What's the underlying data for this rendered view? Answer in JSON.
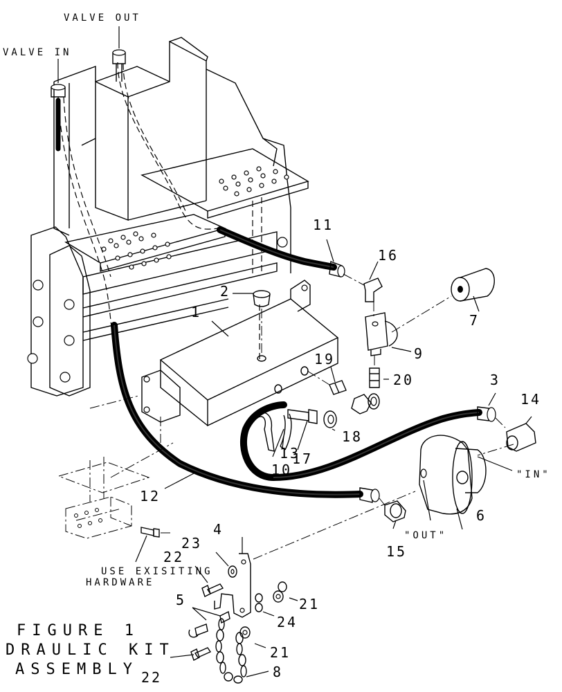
{
  "labels": {
    "valve_out": "VALVE OUT",
    "valve_in": "VALVE IN",
    "in_port": "\"IN\"",
    "out_port": "\"OUT\"",
    "use_existing": "USE EXISITING",
    "hardware": "HARDWARE",
    "figure_line1": "FIGURE 1",
    "figure_line2": "DRAULIC KIT",
    "figure_line3": "ASSEMBLY"
  },
  "callouts": {
    "c1": "1",
    "c2": "2",
    "c3": "3",
    "c4": "4",
    "c5": "5",
    "c6": "6",
    "c7": "7",
    "c8": "8",
    "c9": "9",
    "c10": "10",
    "c11": "11",
    "c12": "12",
    "c13": "13",
    "c14": "14",
    "c15": "15",
    "c16": "16",
    "c17": "17",
    "c18": "18",
    "c19": "19",
    "c20": "20",
    "c21a": "21",
    "c21b": "21",
    "c22a": "22",
    "c22b": "22",
    "c23": "23",
    "c24": "24"
  }
}
